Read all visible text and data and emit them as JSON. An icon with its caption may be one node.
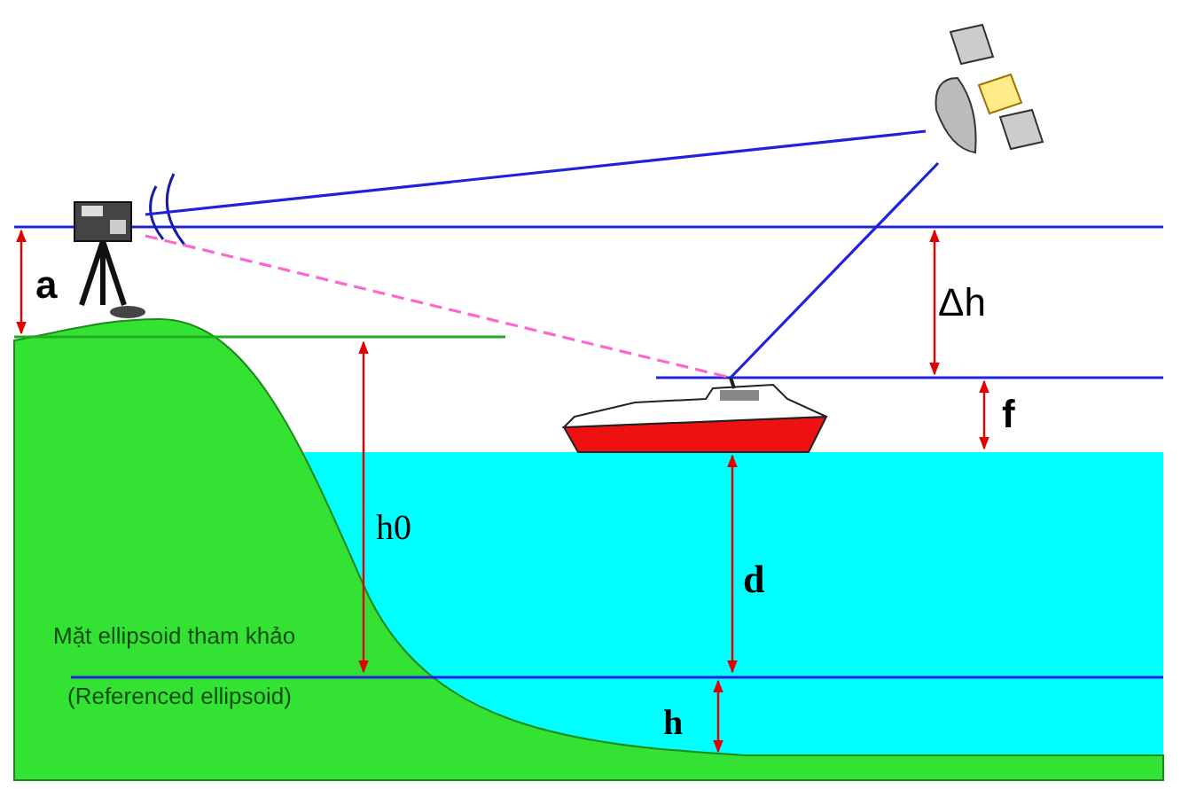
{
  "diagram": {
    "nodes": [
      {
        "text": [],
        "shape": "picture"
      },
      {
        "text": [],
        "shape": "picture"
      },
      {
        "text": [],
        "shape": "picture"
      }
    ],
    "edges": [
      {
        "from": 0,
        "to": 1,
        "arrow": "none"
      },
      {
        "from": 1,
        "to": 2,
        "arrow": "none"
      },
      {
        "from": 0,
        "to": 2,
        "arrow": "none",
        "style": "dashed",
        "color": "#ff66cc"
      }
    ],
    "labels": [
      "a",
      "Δh",
      "f",
      "h0",
      "d",
      "h",
      "Mặt ellipsoid tham khảo",
      "(Referenced ellipsoid)"
    ]
  }
}
